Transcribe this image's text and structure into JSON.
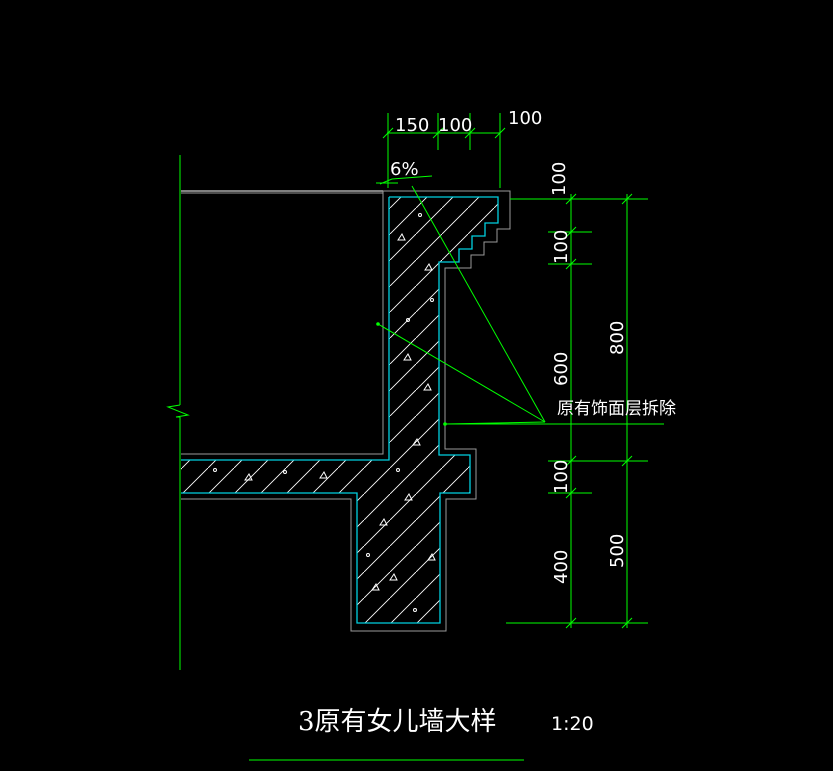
{
  "dimensions": {
    "top_150": "150",
    "top_100a": "100",
    "top_100b": "100",
    "right_100_top": "100",
    "right_100_mid": "100",
    "right_600": "600",
    "right_800": "800",
    "right_100_low": "100",
    "right_400": "400",
    "right_500": "500",
    "slope": "6%"
  },
  "annotation": {
    "label": "原有饰面层拆除"
  },
  "title": {
    "text": "3原有女儿墙大样",
    "scale": "1:20"
  }
}
